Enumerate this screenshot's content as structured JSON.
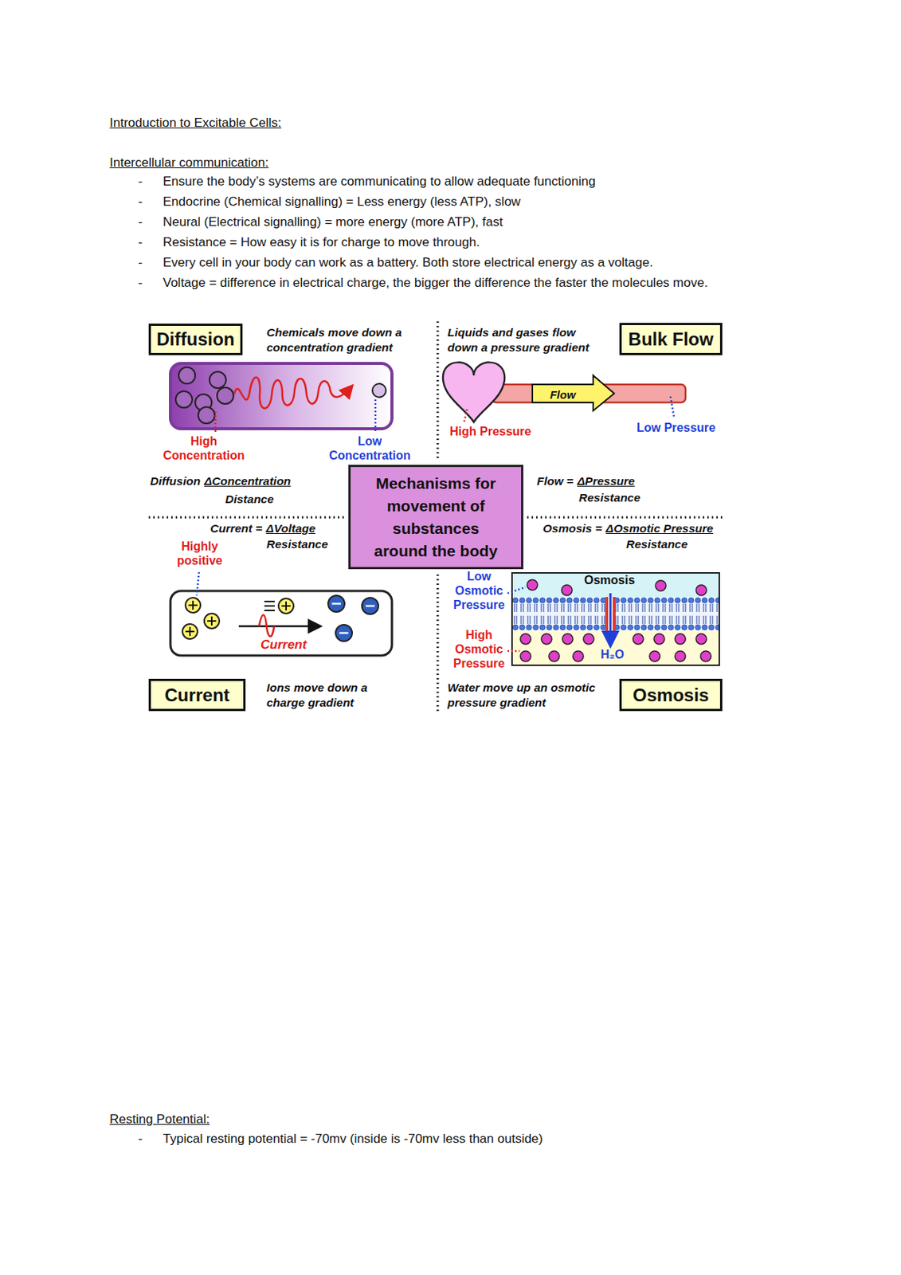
{
  "diagram": {
    "title": "Introduction to Excitable Cells:",
    "nodes": [
      {
        "text": [
          "Diffusion"
        ]
      },
      {
        "text": [
          "Bulk Flow"
        ]
      },
      {
        "text": [
          "Mechanisms for movement of substances around the body"
        ]
      },
      {
        "text": [
          "Flow"
        ]
      },
      {
        "text": [
          "Current"
        ]
      },
      {
        "text": [
          "Osmosis",
          "H₂O"
        ]
      },
      {
        "text": [
          "Current"
        ]
      },
      {
        "text": [
          "Osmosis"
        ]
      }
    ],
    "labels": [
      "Intercellular communication:",
      "-",
      "Ensure the body’s systems are communicating to allow adequate functioning",
      "-",
      "Endocrine (Chemical signalling) = Less energy (less ATP), slow",
      "-",
      "Neural (Electrical signalling) = more energy (more ATP), fast",
      "-",
      "Resistance = How easy it is for charge to move through.",
      "-",
      "Every cell in your body can work as a battery. Both store electrical energy as a voltage.",
      "-",
      "Voltage = difference in electrical charge, the bigger the difference the faster the molecules move.",
      "Chemicals move down a concentration gradient",
      "Liquids and gases flow down a pressure gradient",
      "High Concentration",
      "Low Concentration",
      "High Pressure",
      "Low Pressure",
      "Diffusion",
      "ΔConcentration",
      "Distance",
      "Flow =",
      "ΔPressure",
      "Resistance",
      "Current =",
      "ΔVoltage",
      "Resistance",
      "Osmosis =",
      "ΔOsmotic Pressure",
      "Resistance",
      "Highly positive",
      "Ions move down a charge gradient",
      "Water move up an osmotic pressure gradient",
      "Low Osmotic Pressure",
      "High Osmotic Pressure",
      "Resting Potential:",
      "-",
      "Typical resting potential = -70mv (inside is -70mv less than outside)"
    ]
  }
}
